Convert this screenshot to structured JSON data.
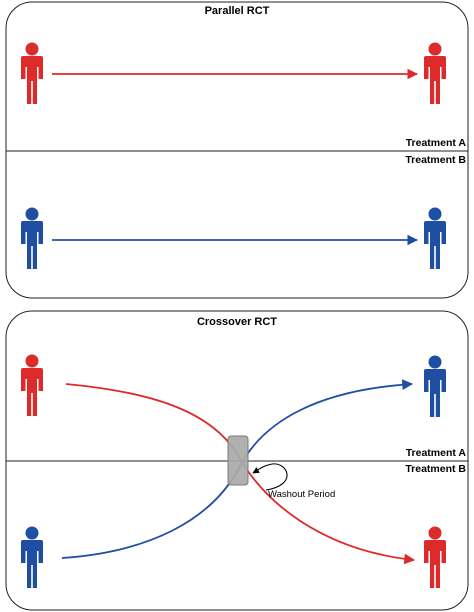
{
  "colors": {
    "treatment_a": "#dd2a2a",
    "treatment_b": "#1f4fa3",
    "panel_border": "#222222",
    "washout_box": "#a9a9a9"
  },
  "parallel": {
    "title": "Parallel RCT",
    "label_a": "Treatment A",
    "label_b": "Treatment B"
  },
  "crossover": {
    "title": "Crossover RCT",
    "label_a": "Treatment A",
    "label_b": "Treatment B",
    "washout_label": "Washout Period"
  },
  "icons": {
    "person": "person-icon",
    "washout": "washout-box"
  }
}
